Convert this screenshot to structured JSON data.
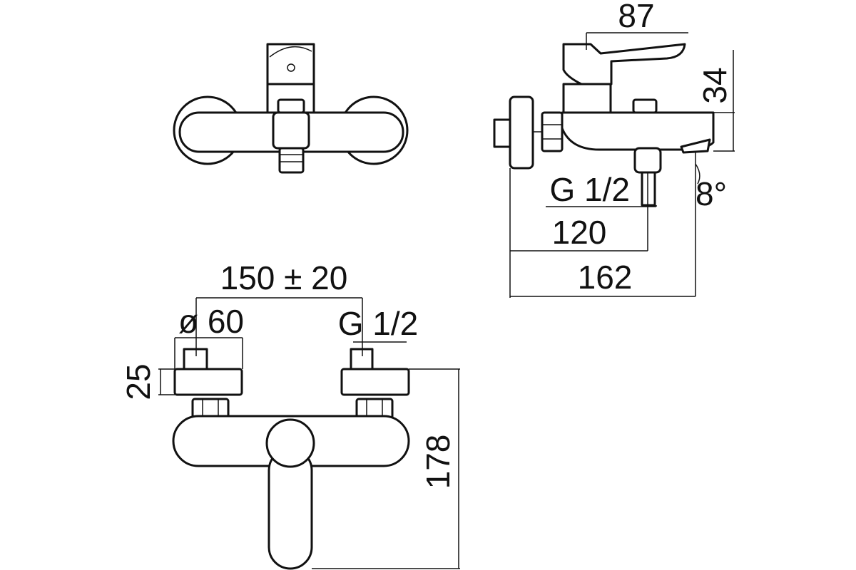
{
  "dimensions": {
    "width_top": "87",
    "height_top": "34",
    "thread_side": "G 1/2",
    "angle": "8°",
    "depth_spout": "120",
    "depth_total": "162",
    "center_distance": "150 ± 20",
    "flange_diameter": "ø 60",
    "thread_front": "G 1/2",
    "flange_depth": "25",
    "total_height": "178"
  },
  "colors": {
    "line": "#111111",
    "background": "#ffffff"
  }
}
